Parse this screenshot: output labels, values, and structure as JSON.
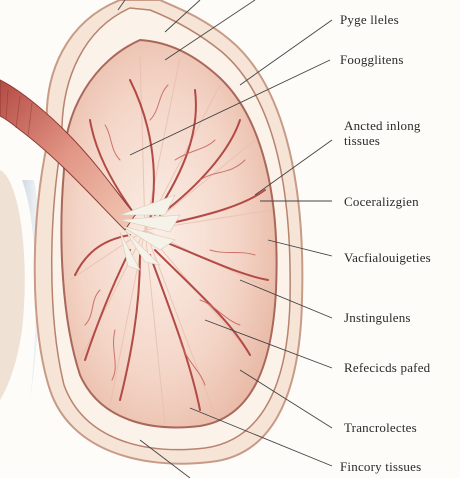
{
  "labels": [
    {
      "id": "l1",
      "text": "Pyge lleles"
    },
    {
      "id": "l2",
      "text": "Foogglitens"
    },
    {
      "id": "l3",
      "text": "Ancted inlong\ntissues"
    },
    {
      "id": "l4",
      "text": "Coceralizgien"
    },
    {
      "id": "l5",
      "text": "Vacfialouigeties"
    },
    {
      "id": "l6",
      "text": "Jnstingulens"
    },
    {
      "id": "l7",
      "text": "Refecicds pafed"
    },
    {
      "id": "l8",
      "text": "Trancrolectes"
    },
    {
      "id": "l9",
      "text": "Fincory tissues"
    }
  ],
  "colors": {
    "outer_capsule": "#f3dccd",
    "capsule_edge": "#c48a78",
    "tissue_fill": "#f6dccf",
    "vessel": "#b24a45",
    "stalk": "#d77f70",
    "fibers": "#f3f0e8",
    "leader_line": "#444444"
  }
}
